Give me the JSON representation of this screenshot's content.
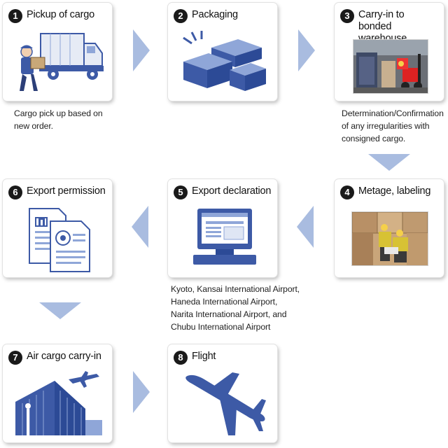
{
  "steps": [
    {
      "num": "1",
      "title": "Pickup of cargo"
    },
    {
      "num": "2",
      "title": "Packaging"
    },
    {
      "num": "3",
      "title_line1": "Carry-in to",
      "title_line2": "bonded warehouse"
    },
    {
      "num": "4",
      "title": "Metage, labeling"
    },
    {
      "num": "5",
      "title": "Export declaration"
    },
    {
      "num": "6",
      "title": "Export permission"
    },
    {
      "num": "7",
      "title": "Air cargo carry-in"
    },
    {
      "num": "8",
      "title": "Flight"
    }
  ],
  "notes": {
    "pickup": [
      "Cargo pick up based on",
      "new order."
    ],
    "warehouse": [
      "Determination/Confirmation",
      "of any irregularities with",
      "consigned cargo."
    ],
    "declaration": [
      "Kyoto, Kansai International Airport,",
      "Haneda International Airport,",
      "Narita International Airport, and",
      "Chubu International Airport"
    ]
  },
  "icons": {
    "step1": "truck-worker-icon",
    "step2": "boxes-icon",
    "step3": "forklift-warehouse-photo",
    "step4": "workers-labeling-photo",
    "step5": "computer-monitor-icon",
    "step6": "documents-icon",
    "step7": "airport-building-icon",
    "step8": "airplane-icon"
  },
  "colors": {
    "illustration": "#3d5aa6",
    "illustration_light": "#8fa6d8",
    "arrow": "#a9bce0",
    "number_badge": "#1a1a1a"
  }
}
